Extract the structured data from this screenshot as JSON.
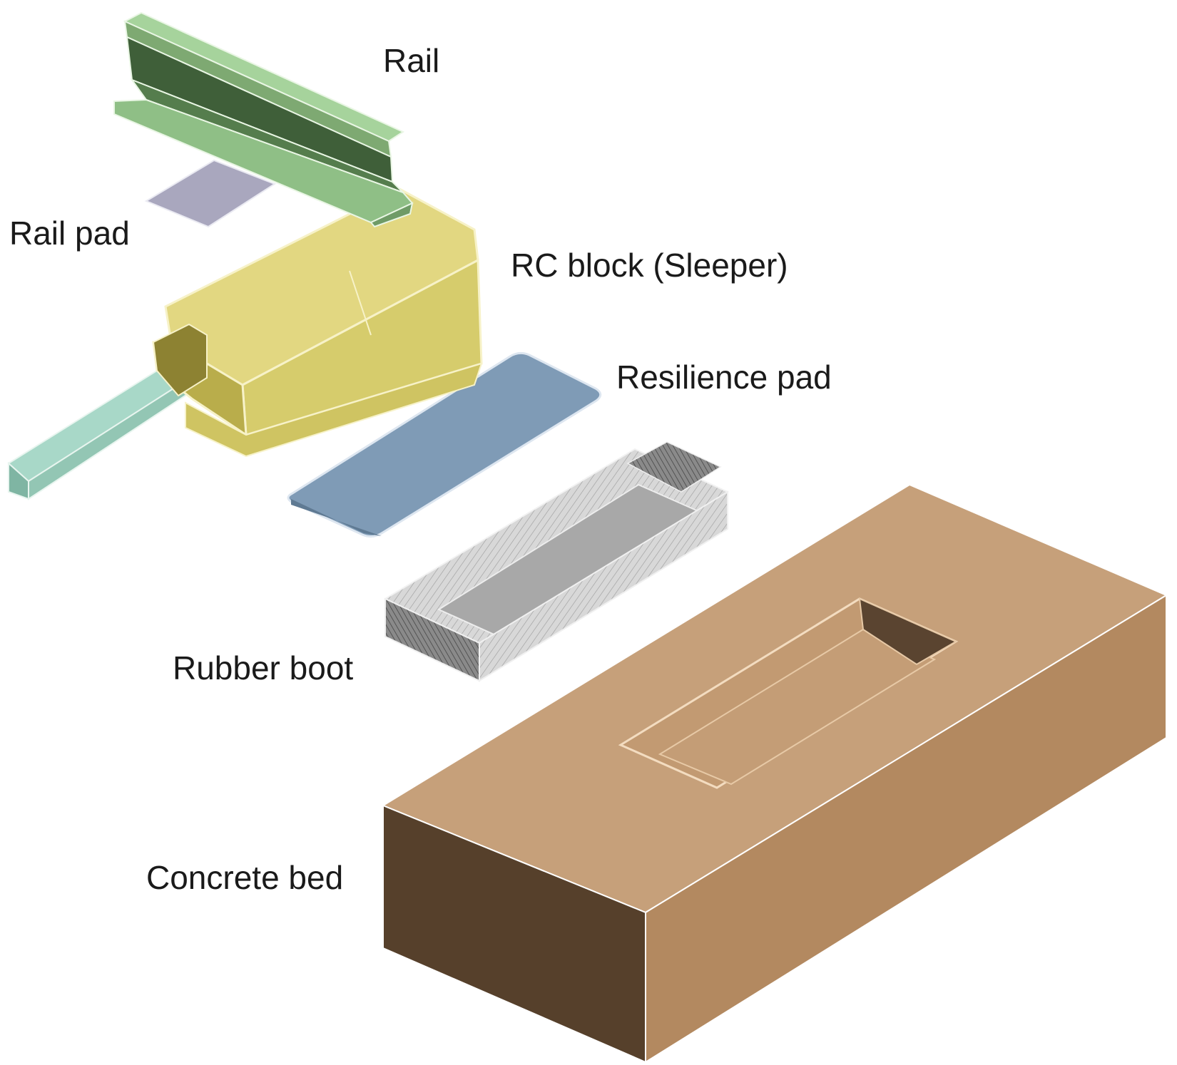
{
  "labels": {
    "rail": "Rail",
    "rail_pad": "Rail pad",
    "rc_block": "RC block (Sleeper)",
    "resilience_pad": "Resilience pad",
    "rubber_boot": "Rubber boot",
    "concrete_bed": "Concrete bed"
  },
  "colors": {
    "rail": "#8fbf8a",
    "rail_pad": "#a9a7bd",
    "rc_block": "#d4c96e",
    "resilience_pad": "#7f9bb5",
    "rubber_boot": "#d9d9d9",
    "concrete_bed": "#c29a70"
  }
}
